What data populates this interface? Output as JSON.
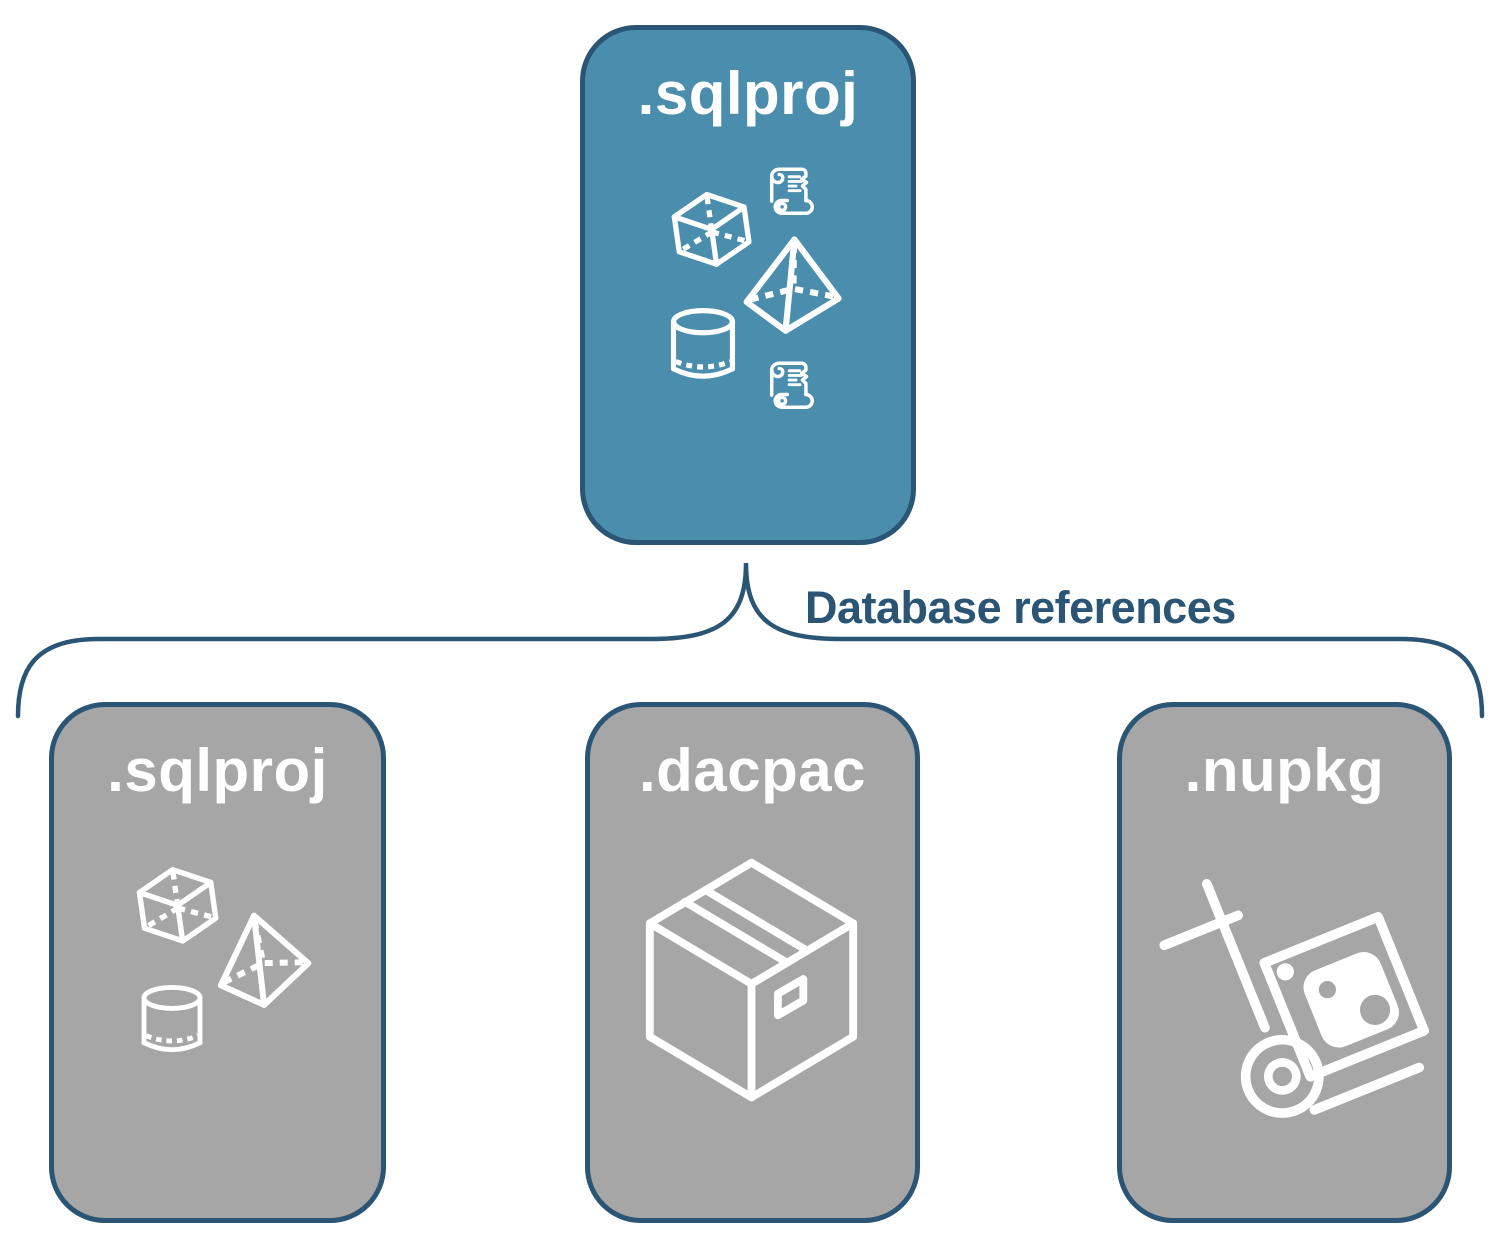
{
  "diagram": {
    "root": {
      "label": ".sqlproj",
      "icons": [
        "cube-icon",
        "scroll-icon",
        "pyramid-icon",
        "cylinder-icon",
        "scroll-icon"
      ]
    },
    "connector_label": "Database references",
    "children": [
      {
        "label": ".sqlproj",
        "icons": [
          "cube-icon",
          "pyramid-icon",
          "cylinder-icon"
        ]
      },
      {
        "label": ".dacpac",
        "icons": [
          "package-box-icon"
        ]
      },
      {
        "label": ".nupkg",
        "icons": [
          "hand-truck-icon",
          "nuget-package-icon"
        ]
      }
    ],
    "colors": {
      "root_fill": "#4a8dad",
      "child_fill": "#a6a6a6",
      "node_border": "#2b5574",
      "label_text": "#ffffff",
      "connector": "#2b5574",
      "background": "#ffffff"
    }
  }
}
